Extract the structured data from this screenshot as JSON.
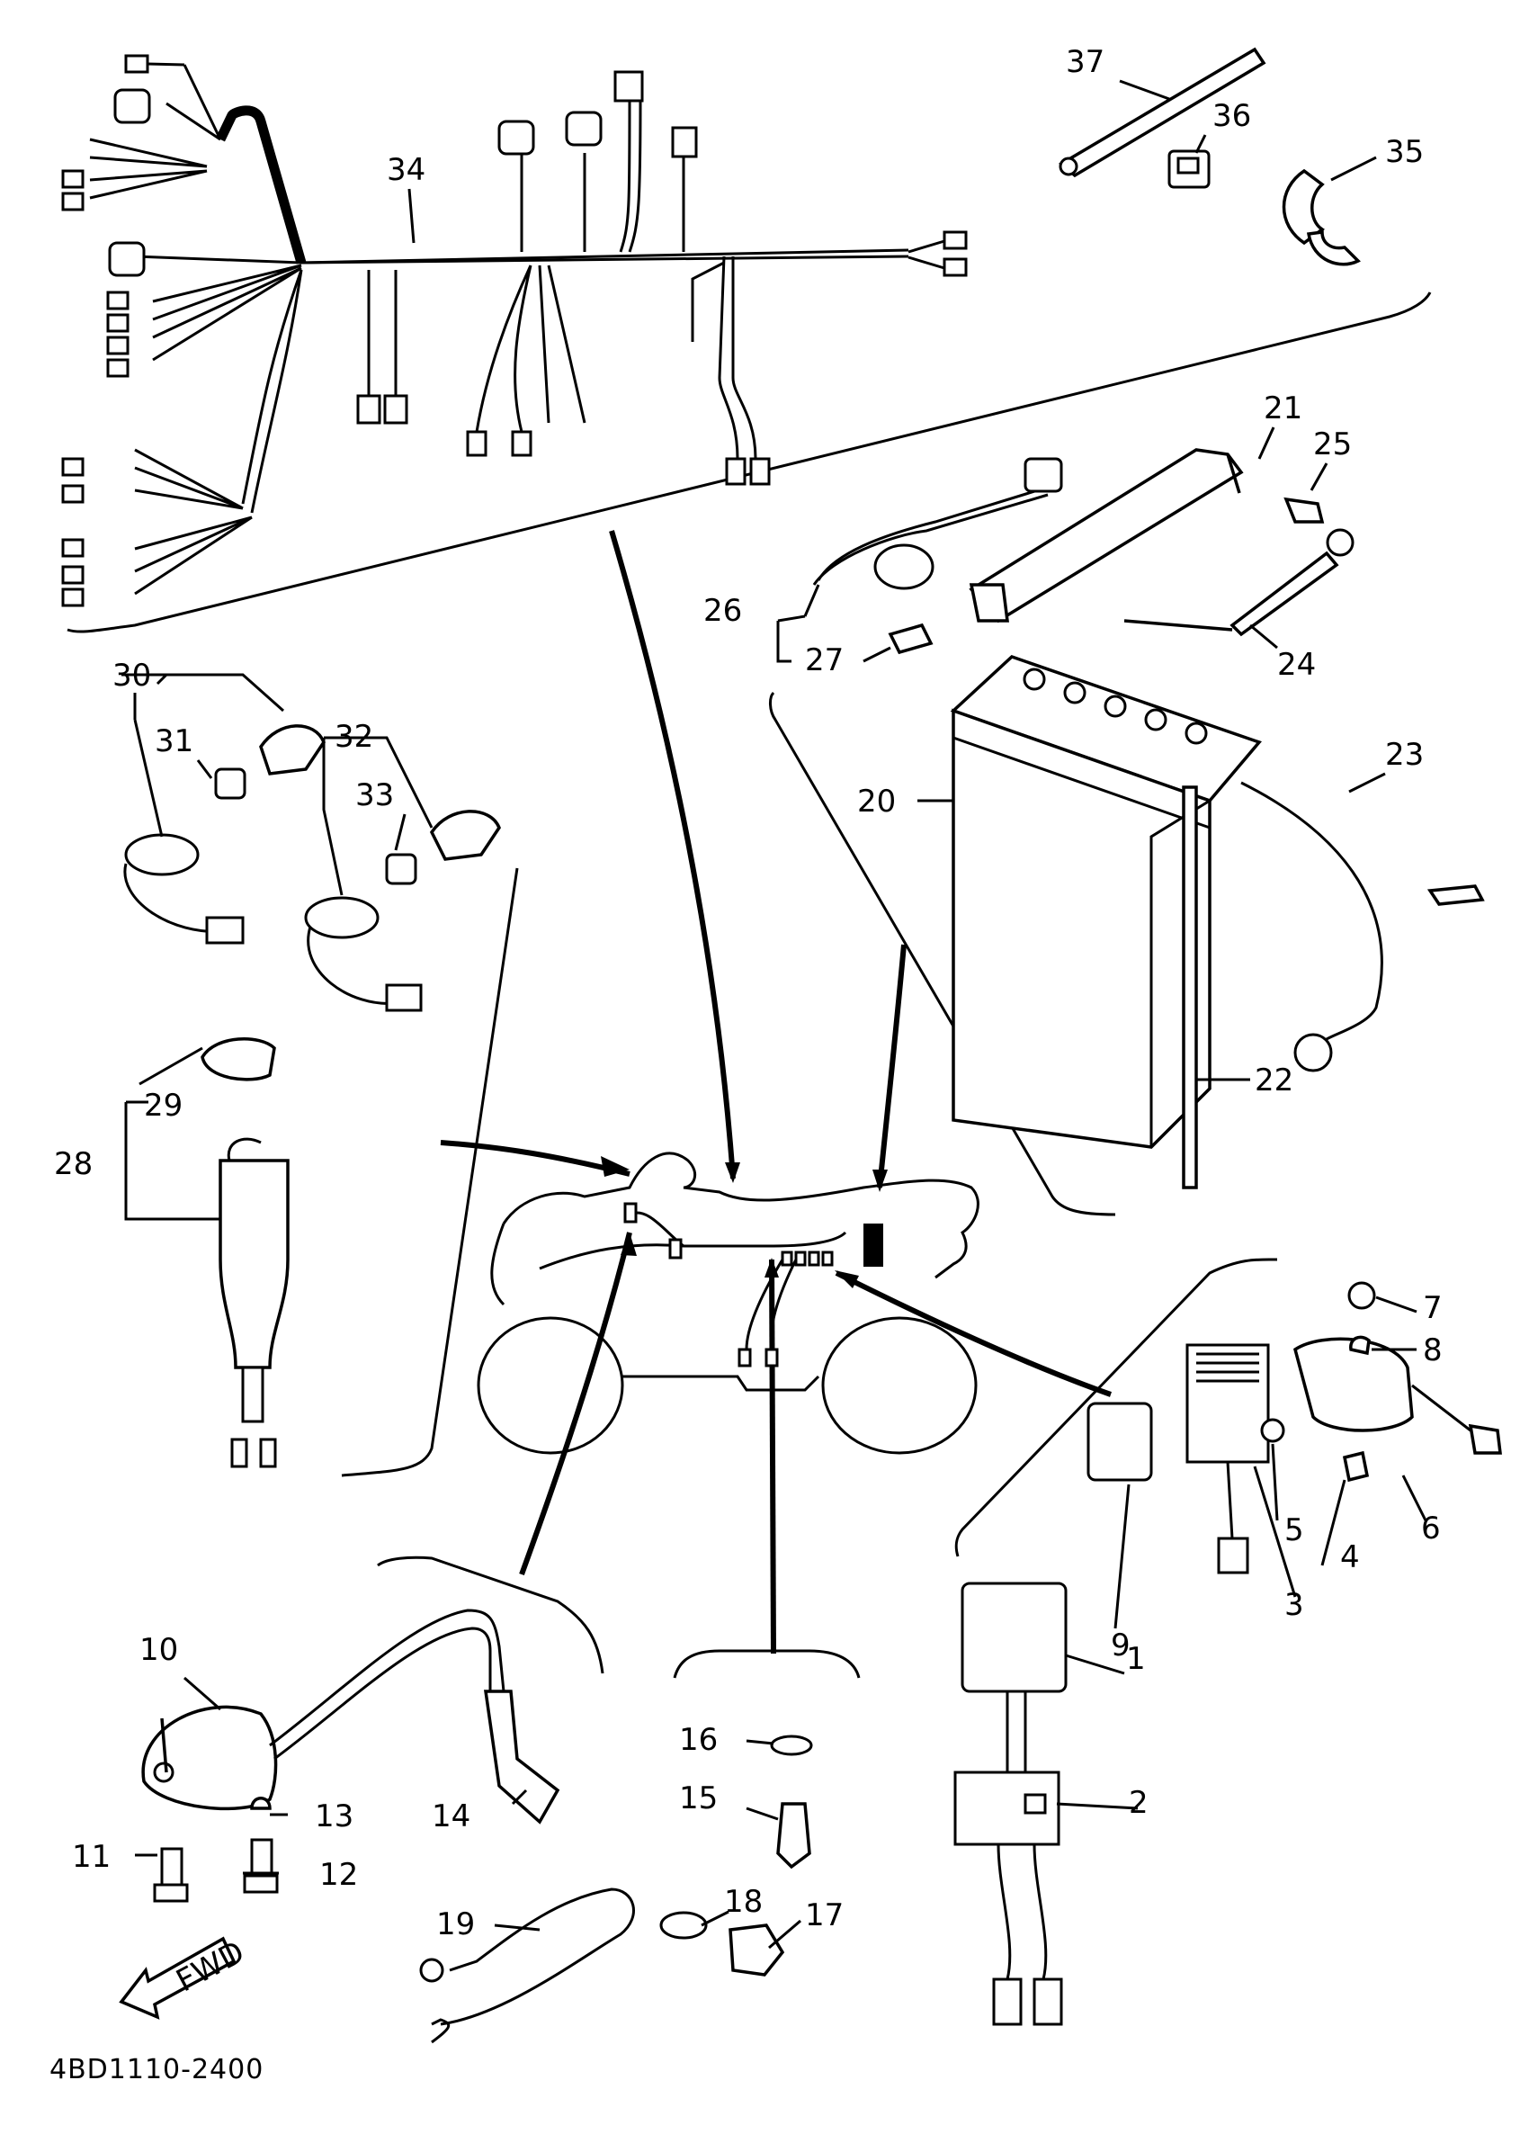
{
  "diagram_code": "4BD1110-2400",
  "direction_label": "FWD",
  "part_labels": [
    "1",
    "2",
    "3",
    "4",
    "5",
    "6",
    "7",
    "8",
    "9",
    "10",
    "11",
    "12",
    "13",
    "14",
    "15",
    "16",
    "17",
    "18",
    "19",
    "20",
    "21",
    "22",
    "23",
    "24",
    "25",
    "26",
    "27",
    "28",
    "29",
    "30",
    "31",
    "32",
    "33",
    "34",
    "35",
    "36",
    "37"
  ],
  "icons": [
    "fwd-arrow-icon"
  ]
}
